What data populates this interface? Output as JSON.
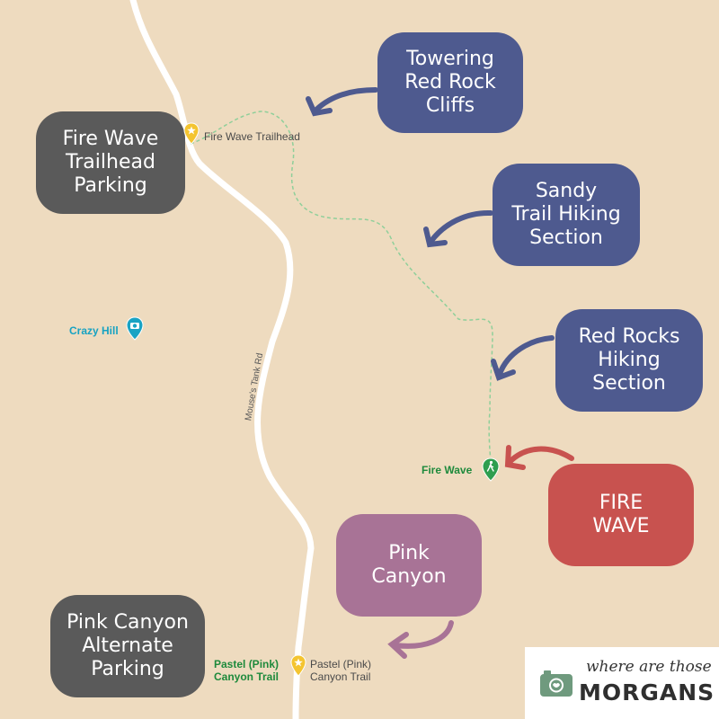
{
  "colors": {
    "background": "#eedbbf",
    "road": "#ffffff",
    "trail": "#8fcf9a",
    "callout_blue": "#4e5a8f",
    "callout_gray": "#5a5a5a",
    "callout_red": "#c8524f",
    "callout_pink": "#a87396",
    "pin_yellow": "#f4c430",
    "pin_green": "#2e9e4f",
    "pin_teal": "#1aa3c4",
    "logo_green": "#6f9a7e"
  },
  "callouts": {
    "towering_cliffs": {
      "lines": [
        "Towering",
        "Red Rock",
        "Cliffs"
      ]
    },
    "trailhead_parking": {
      "lines": [
        "Fire Wave",
        "Trailhead",
        "Parking"
      ]
    },
    "sandy_trail": {
      "lines": [
        "Sandy",
        "Trail Hiking",
        "Section"
      ]
    },
    "red_rocks": {
      "lines": [
        "Red Rocks",
        "Hiking",
        "Section"
      ]
    },
    "fire_wave": {
      "lines": [
        "FIRE",
        "WAVE"
      ]
    },
    "pink_canyon": {
      "lines": [
        "Pink",
        "Canyon"
      ]
    },
    "pink_parking": {
      "lines": [
        "Pink Canyon",
        "Alternate",
        "Parking"
      ]
    }
  },
  "pois": {
    "fire_wave_trailhead": {
      "label": "Fire Wave Trailhead",
      "icon": "star-pin-icon"
    },
    "crazy_hill": {
      "label": "Crazy Hill",
      "icon": "camera-pin-icon"
    },
    "fire_wave": {
      "label": "Fire Wave",
      "icon": "hiker-pin-icon"
    },
    "pastel_canyon_left": {
      "lines": [
        "Pastel (Pink)",
        "Canyon Trail"
      ]
    },
    "pastel_canyon_right": {
      "lines": [
        "Pastel (Pink)",
        "Canyon Trail"
      ],
      "icon": "star-pin-icon"
    }
  },
  "road": {
    "name": "Mouse's Tank Rd"
  },
  "logo": {
    "tagline": "where are those",
    "brand": "MORGANS",
    "icon": "camera-icon"
  }
}
